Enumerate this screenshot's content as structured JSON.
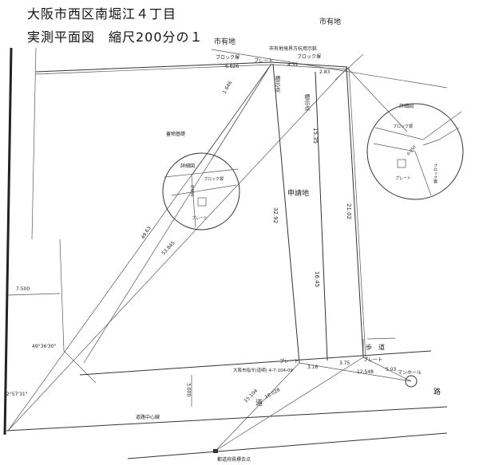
{
  "title": {
    "line1": "大阪市西区南堀江４丁目",
    "line2": "実測平面図　縮尺200分の１"
  },
  "labels": {
    "city_land_top": "市有地",
    "city_land_left": "市有地",
    "city_boundary_note": "市有地境界万杭用示鋲",
    "block_wall_top": "ブロック塀",
    "block_wall_top2": "ブロック塀",
    "plate_top": "プレート",
    "dim_6626": "6.626",
    "dim_431": "4.31",
    "dim_283": "2.83",
    "dim_1646": "1.646",
    "marker_1": "標示点",
    "marker_2": "標示点",
    "applicant_land": "申請地",
    "dim_3292": "32.92",
    "dim_1535": "15.35",
    "dim_1645": "16.45",
    "dim_2102": "21.02",
    "dim_4963": "49.63",
    "dim_53845": "53.845",
    "structure_base": "蓋物基礎",
    "dim_7500": "7.500",
    "angle_1": "49°36'30\"",
    "angle_2": "2°57'31\"",
    "sidewalk": "歩　道",
    "plate_bottom": "プレート",
    "plate_bottom_right": "プレート",
    "city_order": "大阪市指令(道明) 4-7-104-09",
    "dim_316": "3.16",
    "dim_375": "3.75",
    "dim_12548": "12.548",
    "dim_503": "5.03",
    "manhole": "マンホール",
    "road_1": "道",
    "road_2": "路",
    "road_center": "道路中心線",
    "dim_3000": "3.000",
    "dim_15104": "15.104",
    "dim_18028": "18.028",
    "ref_point": "都道府県標合点",
    "detail_left_title": "詳細図",
    "detail_left_wall": "ブロック塀",
    "detail_left_plate": "プレート",
    "detail_left_dim": "0.050",
    "detail_right_title": "詳細図",
    "detail_right_wall1": "ブロック塀",
    "detail_right_wall2": "ブロック塀",
    "detail_right_plate": "プレート",
    "detail_right_dim": "0.050"
  }
}
